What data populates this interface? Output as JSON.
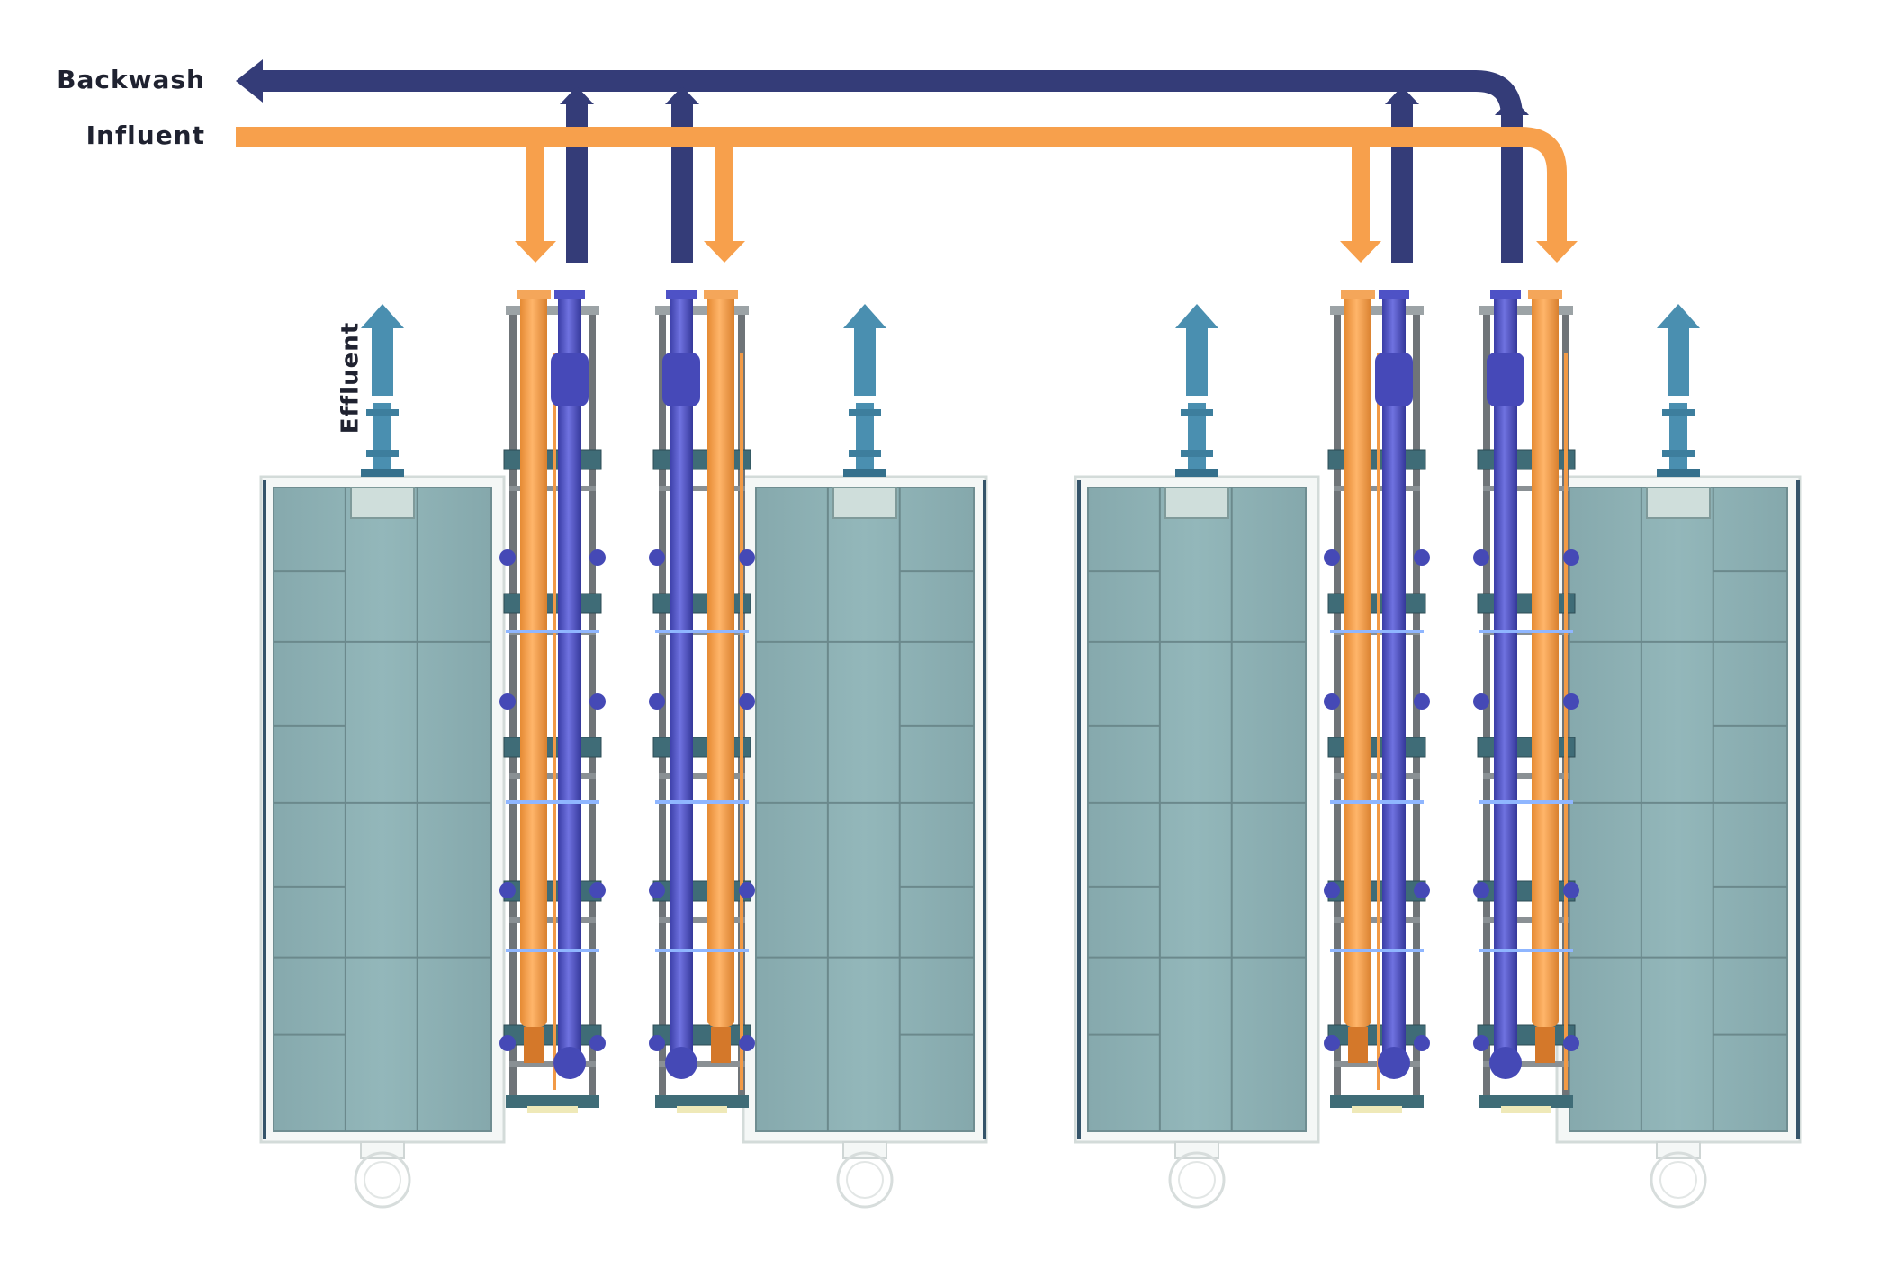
{
  "labels": {
    "backwash": "Backwash",
    "influent": "Influent",
    "effluent": "Effluent"
  },
  "colors": {
    "backwash": "#343c78",
    "influent": "#f7a04c",
    "effluent": "#4a8fb0",
    "tank_fill": "#8fb3b7",
    "tank_frame": "#e8eeec",
    "pipe_blue": "#4b4fc0",
    "pipe_orange": "#f29a46"
  },
  "icons": {
    "flow_arrow": "arrow-icon",
    "manway": "manway-icon"
  }
}
